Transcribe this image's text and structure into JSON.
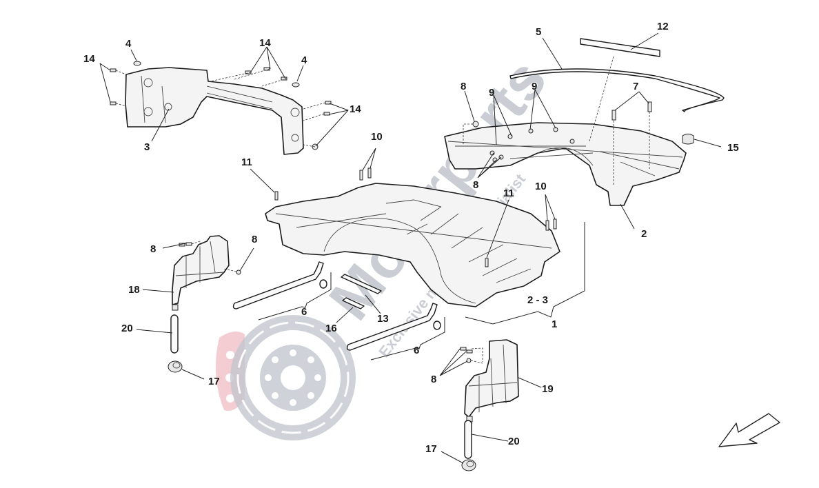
{
  "diagram": {
    "title": "Exploded parts diagram - rear underbody shields",
    "callouts": {
      "c1": "1",
      "c2": "2",
      "c2_3": "2 - 3",
      "c3": "3",
      "c4a": "4",
      "c4b": "4",
      "c5": "5",
      "c6a": "6",
      "c6b": "6",
      "c7": "7",
      "c8a": "8",
      "c8b": "8",
      "c8c": "8",
      "c8d": "8",
      "c8e": "8",
      "c9a": "9",
      "c9b": "9",
      "c10a": "10",
      "c10b": "10",
      "c11a": "11",
      "c11b": "11",
      "c12": "12",
      "c13": "13",
      "c14a": "14",
      "c14b": "14",
      "c14c": "14",
      "c15": "15",
      "c16": "16",
      "c17a": "17",
      "c17b": "17",
      "c18": "18",
      "c19": "19",
      "c20a": "20",
      "c20b": "20"
    },
    "orientation_arrow": "front-direction-arrow"
  },
  "watermark": {
    "brand": "Motorparts",
    "tagline": "Exclusive motorparts specialist",
    "accent_color": "#e8a0a8",
    "gray_color": "#b9bec6"
  }
}
